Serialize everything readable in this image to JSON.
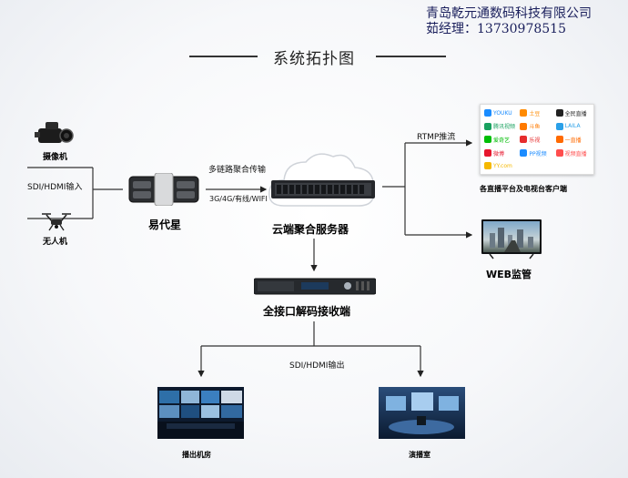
{
  "company": {
    "name": "青岛乾元通数码科技有限公司",
    "contact": "茹经理：13730978515"
  },
  "title": "系统拓扑图",
  "nodes": {
    "camera": "摄像机",
    "drone": "无人机",
    "input": "SDI/HDMI输入",
    "device": "易代星",
    "aggregation": "多链路聚合传输",
    "networks": "3G/4G/有线/WIFI",
    "server": "云端聚合服务器",
    "rtmp": "RTMP推流",
    "platforms": "各直播平台及电视台客户端",
    "web": "WEB监管",
    "decoder": "全接口解码接收端",
    "output": "SDI/HDMI输出",
    "broadcast_room": "播出机房",
    "studio": "演播室"
  },
  "platform_logos": [
    {
      "name": "YOUKU",
      "color": "#1a8cff"
    },
    {
      "name": "土豆",
      "color": "#ff8a00"
    },
    {
      "name": "全民直播",
      "color": "#222222"
    },
    {
      "name": "腾讯视频",
      "color": "#19a15f"
    },
    {
      "name": "斗鱼",
      "color": "#ff7a00"
    },
    {
      "name": "LAILA",
      "color": "#2aa0e8"
    },
    {
      "name": "爱奇艺",
      "color": "#00be06"
    },
    {
      "name": "乐视",
      "color": "#e62d2d"
    },
    {
      "name": "一直播",
      "color": "#ff6a00"
    },
    {
      "name": "微博",
      "color": "#e6162d"
    },
    {
      "name": "PP视频",
      "color": "#1c8cff"
    },
    {
      "name": "视频直播",
      "color": "#ff4d4d"
    },
    {
      "name": "YY.com",
      "color": "#f5b800"
    }
  ]
}
